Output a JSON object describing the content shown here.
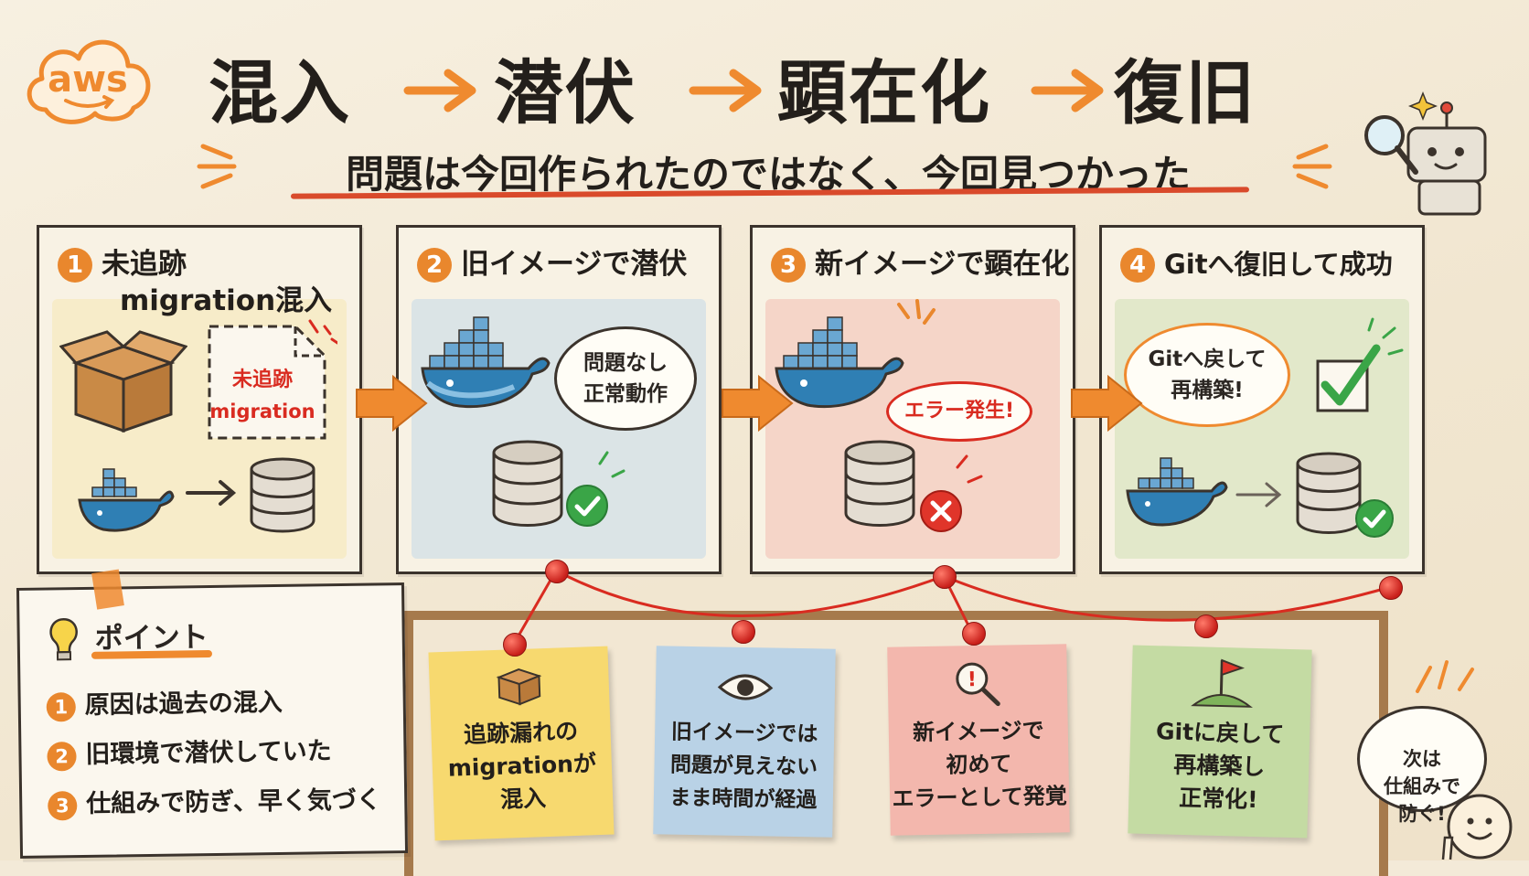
{
  "logo": {
    "text": "aws"
  },
  "title": {
    "words": [
      "混入",
      "潜伏",
      "顕在化",
      "復旧"
    ]
  },
  "subtitle": "問題は今回作られたのではなく、今回見つかった",
  "colors": {
    "accent": "#e9872d",
    "red": "#d92b20",
    "green": "#3aa547",
    "whale": "#2f7fb4"
  },
  "panels": [
    {
      "num": "1",
      "title_line1": "未追跡",
      "title_line2": "migration混入",
      "file_label_1": "未追跡",
      "file_label_2": "migration"
    },
    {
      "num": "2",
      "title_line1": "旧イメージで潜伏",
      "bubble_line1": "問題なし",
      "bubble_line2": "正常動作"
    },
    {
      "num": "3",
      "title_line1": "新イメージで顕在化",
      "bubble_line1": "エラー発生!"
    },
    {
      "num": "4",
      "title_line1": "Gitへ復旧して成功",
      "bubble_line1": "Gitへ戻して",
      "bubble_line2": "再構築!"
    }
  ],
  "points": {
    "heading": "ポイント",
    "items": [
      {
        "num": "1",
        "text": "原因は過去の混入"
      },
      {
        "num": "2",
        "text": "旧環境で潜伏していた"
      },
      {
        "num": "3",
        "text": "仕組みで防ぎ、早く気づく"
      }
    ]
  },
  "notes": [
    {
      "text": "追跡漏れの\nmigrationが\n混入",
      "icon": "box-icon",
      "color": "#f7d96f"
    },
    {
      "text": "旧イメージでは\n問題が見えない\nまま時間が経過",
      "icon": "eye-icon",
      "color": "#b9d2e6"
    },
    {
      "text": "新イメージで\n初めて\nエラーとして発覚",
      "icon": "magnifier-alert-icon",
      "color": "#f3b7ad"
    },
    {
      "text": "Gitに戻して\n再構築し\n正常化!",
      "icon": "flag-icon",
      "color": "#c4dba3"
    }
  ],
  "mascot_bubble": "次は\n仕組みで\n防ぐ!"
}
